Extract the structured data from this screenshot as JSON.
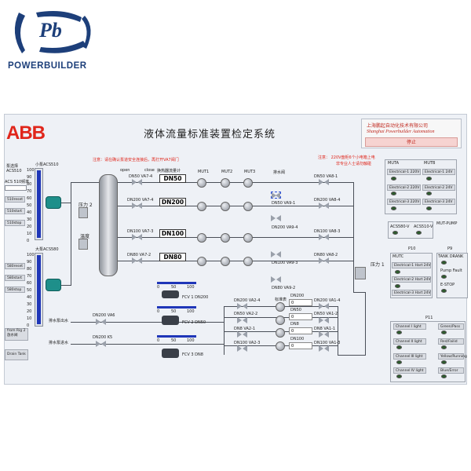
{
  "brand": {
    "name": "POWERBUILDER",
    "monogram": "Pb"
  },
  "header": {
    "logo": "ABB",
    "title": "液体流量标准装置检定系统",
    "company_cn": "上海鹏起自动化技术有限公司",
    "company_en": "Shanghai Powerbuilder Automation",
    "stop_label": "停止"
  },
  "notes": {
    "note1": "注意：请在确认泵道安全连接后，再打开VA7阀门",
    "note2_1": "注意： 220V盘柜6个小电箱上电",
    "note2_2": "非专业人士请勿触碰"
  },
  "left": {
    "pump_select": "泵选择",
    "small_pump": "小泵ACS510",
    "big_pump": "大泵ACS580",
    "acs510": "ACS510",
    "acs510_freq": "ACS 510频率",
    "buttons_510": [
      "510reset",
      "510start",
      "510stop"
    ],
    "buttons_580": [
      "580reset",
      "580start",
      "580stop"
    ],
    "scale": [
      "100",
      "90",
      "80",
      "70",
      "60",
      "50",
      "40",
      "30",
      "20",
      "10",
      "0"
    ],
    "from_rig": "from Rig 2",
    "from_rig2": "放水阀",
    "drain_tank": "Drain Tank",
    "drain_valve1": "排水泵出水",
    "drain_valve2": "排水泵进水",
    "pressure2": "压力 2",
    "temperature": "温度"
  },
  "process": {
    "open": "open",
    "close": "close",
    "tank_label": "换热器流量计",
    "muts": [
      "MUT1",
      "MUT2",
      "MUT3"
    ],
    "drain": "排水阀",
    "lines": [
      {
        "valve_in": "DN50 VA7-4",
        "dn": "DN50",
        "valve_out": "DN50 VA8-1"
      },
      {
        "valve_in": "DN200 VA7-4",
        "dn": "DN200",
        "valve_out": "DN200 VA8-4"
      },
      {
        "valve_in": "DN100 VA7-3",
        "dn": "DN100",
        "valve_out": "DN100 VA8-3"
      },
      {
        "valve_in": "DN80 VA7-2",
        "dn": "DN80",
        "valve_out": "DN80 VA8-2"
      }
    ],
    "bypass": [
      "DN50 VA9-1",
      "DN200 VA9-4",
      "DN100 VA9-3",
      "DN80 VA9-2"
    ],
    "pressure1": "压力 1",
    "dn200_va6": "DN200 VA6",
    "dn200_k5": "DN200 K5",
    "fcv": [
      "FCV 1 DN200",
      "FCV 2 DN50",
      "FCV 3 DN8"
    ],
    "fcv_scale": [
      "0",
      "50",
      "100"
    ],
    "std_label": "标准表",
    "std_left": [
      "DN200 VA2-4",
      "DN50 VA2-2",
      "DN8 VA2-1",
      "DN100 VA2-3"
    ],
    "std_right": [
      "DN200 VA1-4",
      "DN50 VA1-2",
      "DN8 VA1-1",
      "DN100 VA1-3"
    ],
    "std_meters": [
      {
        "name": "DN200",
        "value": "0"
      },
      {
        "name": "DN50",
        "value": "0"
      },
      {
        "name": "DN8",
        "value": "0"
      },
      {
        "name": "DN100",
        "value": "0"
      }
    ]
  },
  "mut": {
    "muta": "MUTA",
    "mutb": "MUTB",
    "muta_items": [
      "Electrical-1 220V",
      "Electrical-2 220V",
      "Electrical-3 220V"
    ],
    "mutb_items": [
      "Electrical-1 24V",
      "Electrical-2 24V",
      "Electrical-3 24V"
    ],
    "acs580": "ACS580-V",
    "acs510": "ACS510-V",
    "mut_pump": "MUT-PUMP",
    "p10": "P10",
    "p9": "P9",
    "mutc": "MUTC",
    "mutc_items": [
      "Electrical-1 Hart 24V",
      "Electrical-2 Hart 24V",
      "Electrical-3 Hart 24V"
    ],
    "tank_drank": "TANK DRANK",
    "pump_fault": "Pump Fault",
    "estop": "E-STOP",
    "p11": "P11",
    "channels": [
      "Channel Ⅰ light",
      "Channel Ⅱ light",
      "Channel Ⅲ light",
      "Channel Ⅳ light"
    ],
    "status": [
      "Green/Pass",
      "Red/Failid",
      "Yellow/Running",
      "Blue/Error"
    ]
  }
}
